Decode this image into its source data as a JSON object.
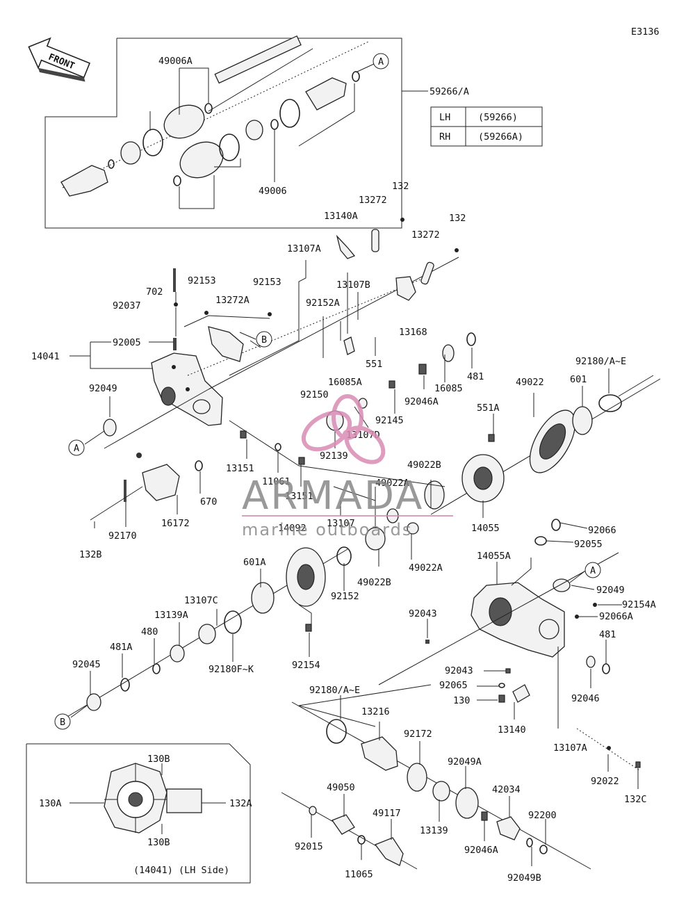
{
  "diagram_code": "E3136",
  "front_label": "FRONT",
  "table": {
    "rows": [
      {
        "side": "LH",
        "part": "(59266)"
      },
      {
        "side": "RH",
        "part": "(59266A)"
      }
    ]
  },
  "inset_caption": "(14041) (LH Side)",
  "watermark": {
    "brand": "ARMADA",
    "tagline": "marine outboards",
    "color": "#d98bb5"
  },
  "callouts": {
    "A": "A",
    "B": "B"
  },
  "labels": {
    "p49006A": "49006A",
    "p59266A": "59266/A",
    "p49006": "49006",
    "p132_1": "132",
    "p13272_1": "13272",
    "p13140A": "13140A",
    "p132_2": "132",
    "p13272_2": "13272",
    "p13107A_1": "13107A",
    "p702": "702",
    "p92153_1": "92153",
    "p92153_2": "92153",
    "p92037": "92037",
    "p13272A": "13272A",
    "p13107B": "13107B",
    "p92152A": "92152A",
    "p13168": "13168",
    "p92005": "92005",
    "p14041": "14041",
    "p551": "551",
    "p481_1": "481",
    "p92180AE_1": "92180/A~E",
    "p92049_1": "92049",
    "p16085A": "16085A",
    "p16085": "16085",
    "p92150": "92150",
    "p92046A_1": "92046A",
    "p49022": "49022",
    "p601": "601",
    "p551A": "551A",
    "p92145": "92145",
    "p13107D": "13107D",
    "p92139": "92139",
    "p13151_1": "13151",
    "p11061": "11061",
    "p13151_2": "13151",
    "p670": "670",
    "p49022B_1": "49022B",
    "p49022A_1": "49022A",
    "p16172": "16172",
    "p92170": "92170",
    "p132B": "132B",
    "p13107": "13107",
    "p14092": "14092",
    "p14055": "14055",
    "p92066": "92066",
    "p92055": "92055",
    "p49022A_2": "49022A",
    "p49022B_2": "49022B",
    "p14055A": "14055A",
    "p601A": "601A",
    "p92152": "92152",
    "p92049_2": "92049",
    "p92154A": "92154A",
    "p92066A": "92066A",
    "p13107C": "13107C",
    "p13139A": "13139A",
    "p92043_1": "92043",
    "p481_2": "481",
    "p480": "480",
    "p481A": "481A",
    "p92180FK": "92180F~K",
    "p92154": "92154",
    "p92045": "92045",
    "p92043_2": "92043",
    "p92065": "92065",
    "p130": "130",
    "p92046": "92046",
    "p92180AE_2": "92180/A~E",
    "p13216": "13216",
    "p13140": "13140",
    "p92172": "92172",
    "p13107A_2": "13107A",
    "p92049A": "92049A",
    "p92022": "92022",
    "p132C": "132C",
    "p130B_1": "130B",
    "p130A": "130A",
    "p132A": "132A",
    "p130B_2": "130B",
    "p49050": "49050",
    "p42034": "42034",
    "p92200": "92200",
    "p49117": "49117",
    "p13139": "13139",
    "p92015": "92015",
    "p92046A_2": "92046A",
    "p11065": "11065",
    "p92049B": "92049B"
  }
}
